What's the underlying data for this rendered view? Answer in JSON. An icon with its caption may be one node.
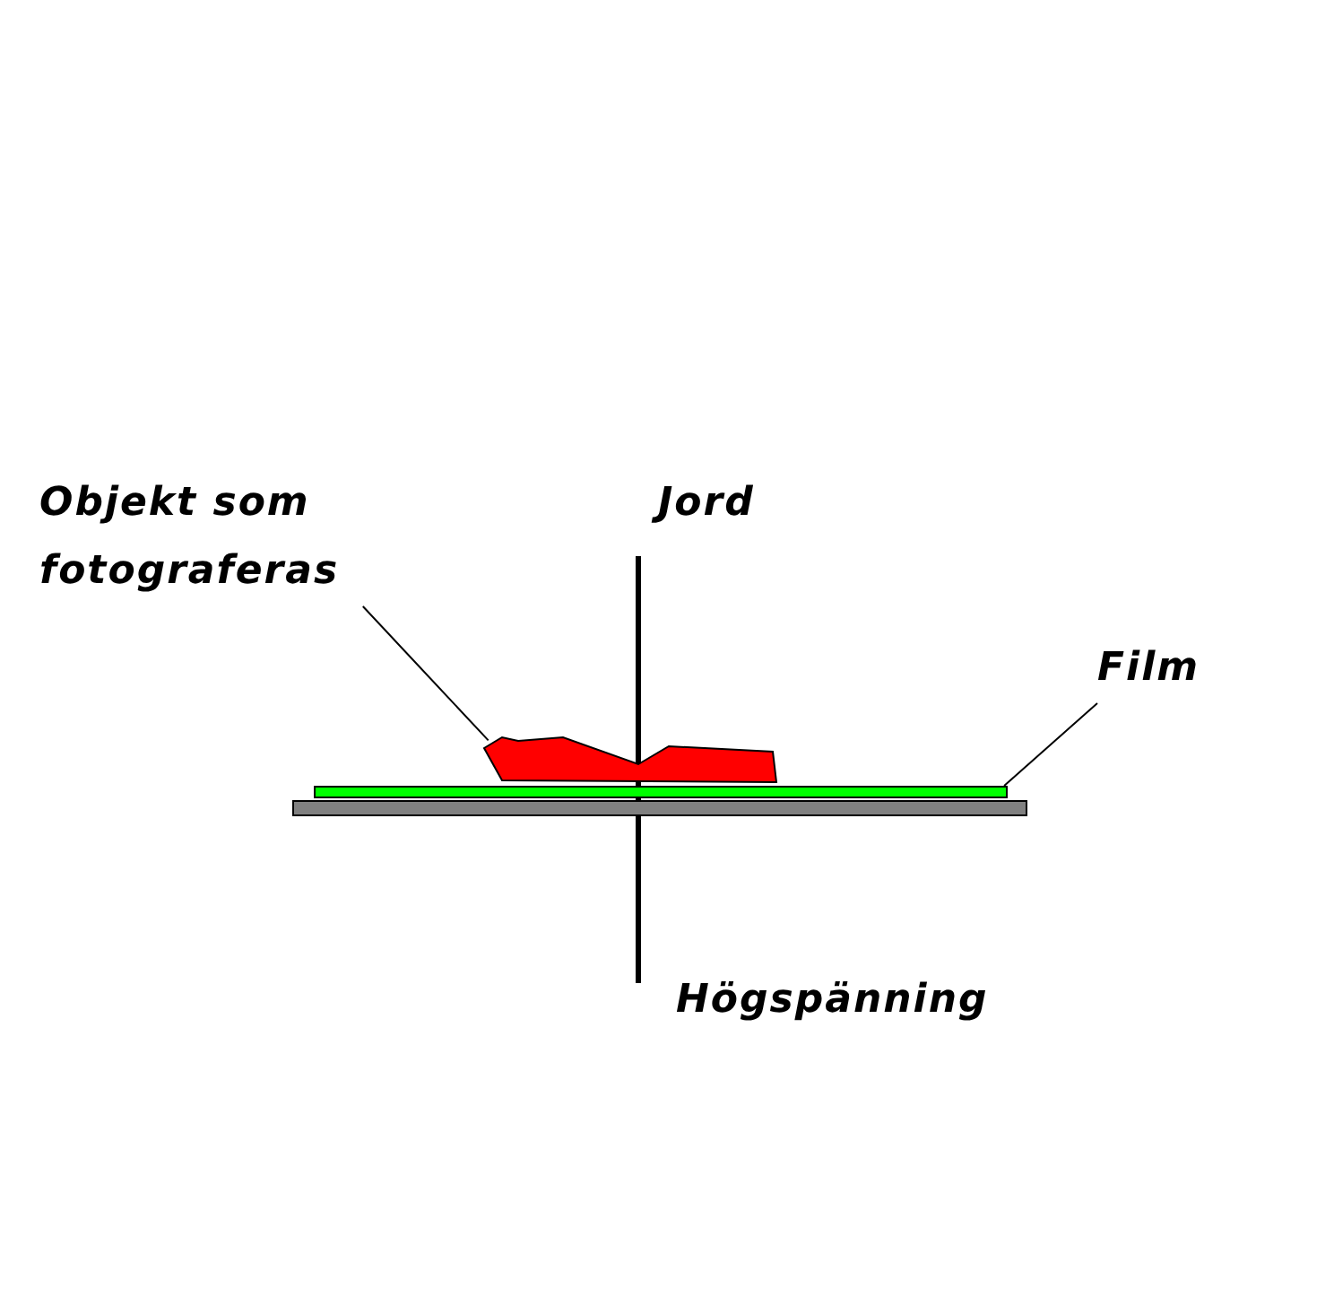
{
  "diagram": {
    "nodes": [
      {
        "text": [
          "Objekt som fotograferas"
        ]
      },
      {
        "text": [],
        "shape": "polygon"
      },
      {
        "text": [
          "Film"
        ]
      },
      {
        "text": [],
        "shape": "bar"
      }
    ],
    "edges": [
      {
        "from": 0,
        "to": 1,
        "arrow": "none"
      },
      {
        "from": 2,
        "to": 3,
        "arrow": "none"
      }
    ],
    "labels": [
      "Jord",
      "Högspänning"
    ]
  }
}
